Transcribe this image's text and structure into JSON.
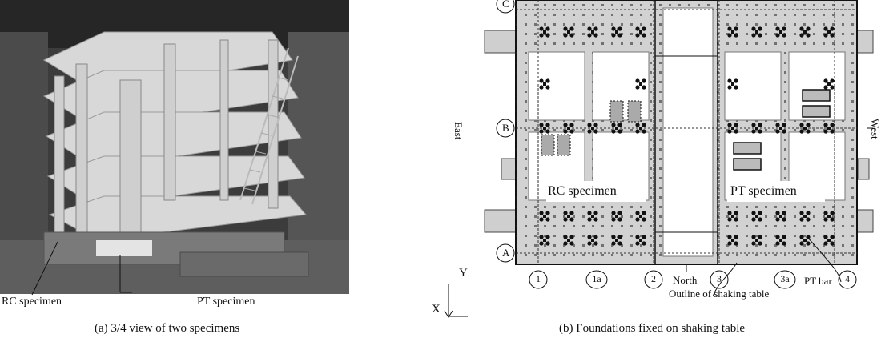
{
  "panel_a": {
    "caption": "(a)   3/4 view of two specimens",
    "rc_label": "RC specimen",
    "pt_label": "PT specimen"
  },
  "panel_b": {
    "caption": "(b)   Foundations fixed on shaking table",
    "rc_label": "RC specimen",
    "pt_label": "PT specimen",
    "east": "East",
    "west": "West",
    "north": "North",
    "pt_bar": "PT bar",
    "outline": "Outline of shaking table",
    "axis_x": "X",
    "axis_y": "Y",
    "row_labels": [
      "C",
      "B",
      "A"
    ],
    "col_labels": [
      "1",
      "1a",
      "2",
      "3",
      "3a",
      "4"
    ]
  }
}
